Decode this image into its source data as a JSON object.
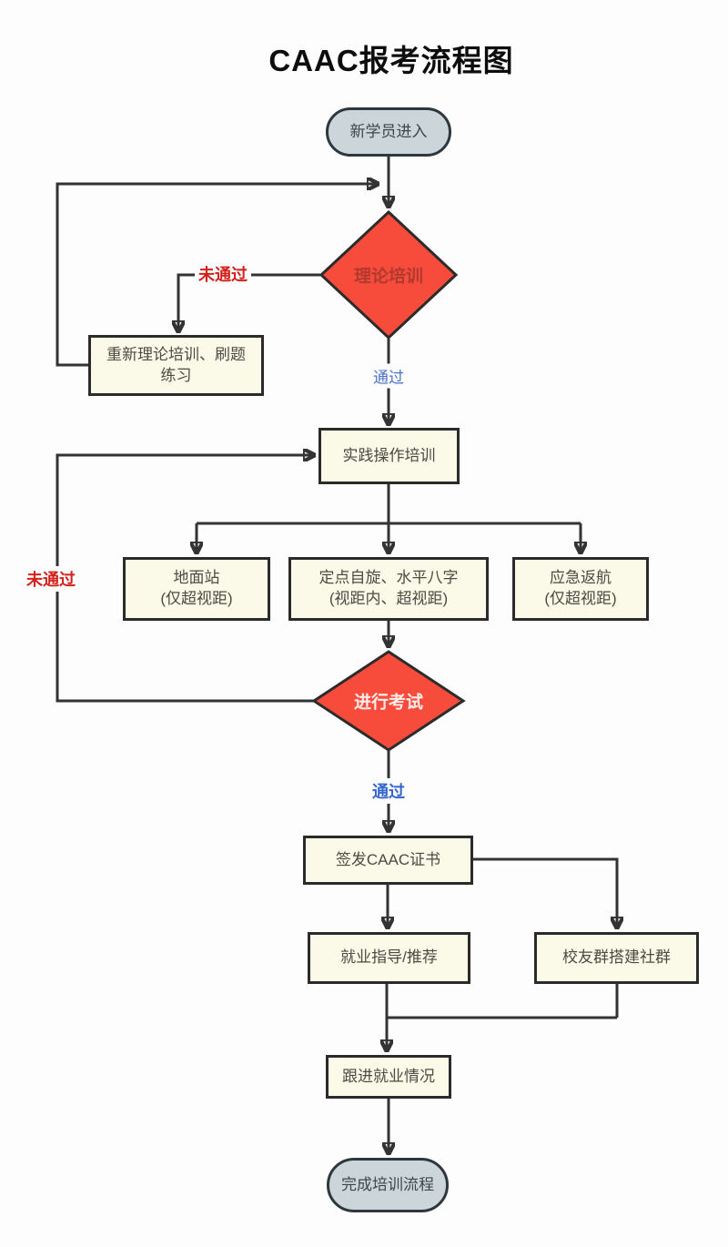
{
  "title": "CAAC报考流程图",
  "nodes": {
    "start": "新学员进入",
    "theory": "理论培训",
    "retrain": "重新理论培训、刷题\n练习",
    "practice": "实践操作培训",
    "ground_station": "地面站\n(仅超视距)",
    "spin_figure8": "定点自旋、水平八字\n(视距内、超视距)",
    "emergency_return": "应急返航\n(仅超视距)",
    "exam": "进行考试",
    "certificate": "签发CAAC证书",
    "job_guidance": "就业指导/推荐",
    "alumni_group": "校友群搭建社群",
    "follow_up": "跟进就业情况",
    "end": "完成培训流程"
  },
  "edge_labels": {
    "theory_fail": "未通过",
    "theory_pass": "通过",
    "exam_fail": "未通过",
    "exam_pass": "通过"
  },
  "colors": {
    "decision_fill": "#f74c3c",
    "box_fill": "#fbfae8",
    "terminal_fill": "#ccd6da",
    "fail_label": "#d3211c",
    "pass_label": "#4a72c8",
    "pass_label_bold": "#3566cc",
    "line": "#333333",
    "theory_text": "#b2392e",
    "exam_text": "#ffeceb"
  }
}
